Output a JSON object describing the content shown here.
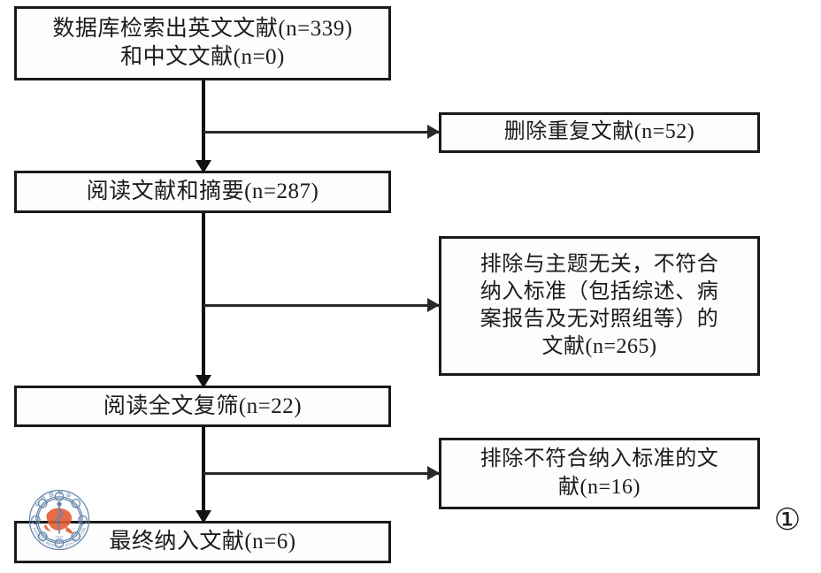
{
  "figure": {
    "type": "prisma-flow-diagram",
    "number_label": "①",
    "watermark": {
      "name": "chinese-medical-association-logo",
      "inner_text": "中华医学会",
      "ring_text": "CHINESE MEDICAL ASSOCIATION",
      "year": "1915",
      "ring_color": "#5b7fa6",
      "emblem_color": "#e4572e"
    }
  },
  "flow": {
    "identification": {
      "label": "数据库检索出英文文献(n=339)\n和中文文献(n=0)",
      "english_records": 339,
      "chinese_records": 0
    },
    "duplicates_removed": {
      "label": "删除重复文献(n=52)",
      "count": 52
    },
    "screening": {
      "label": "阅读文献和摘要(n=287)",
      "count": 287
    },
    "excluded_screening": {
      "label": "排除与主题无关，不符合\n纳入标准（包括综述、病\n案报告及无对照组等）的\n文献(n=265)",
      "count": 265
    },
    "full_text": {
      "label": "阅读全文复筛(n=22)",
      "count": 22
    },
    "excluded_full_text": {
      "label": "排除不符合纳入标准的文\n献(n=16)",
      "count": 16
    },
    "included": {
      "label": "最终纳入文献(n=6)",
      "count": 6
    }
  },
  "connectors": [
    {
      "name": "search-to-screening",
      "kind": "vertical-arrow"
    },
    {
      "name": "branch-to-duplicates",
      "kind": "horizontal-arrow"
    },
    {
      "name": "screening-to-fulltext",
      "kind": "vertical-arrow"
    },
    {
      "name": "branch-to-excluded-screening",
      "kind": "horizontal-arrow"
    },
    {
      "name": "fulltext-to-included",
      "kind": "vertical-arrow"
    },
    {
      "name": "branch-to-excluded-fulltext",
      "kind": "horizontal-arrow"
    }
  ]
}
